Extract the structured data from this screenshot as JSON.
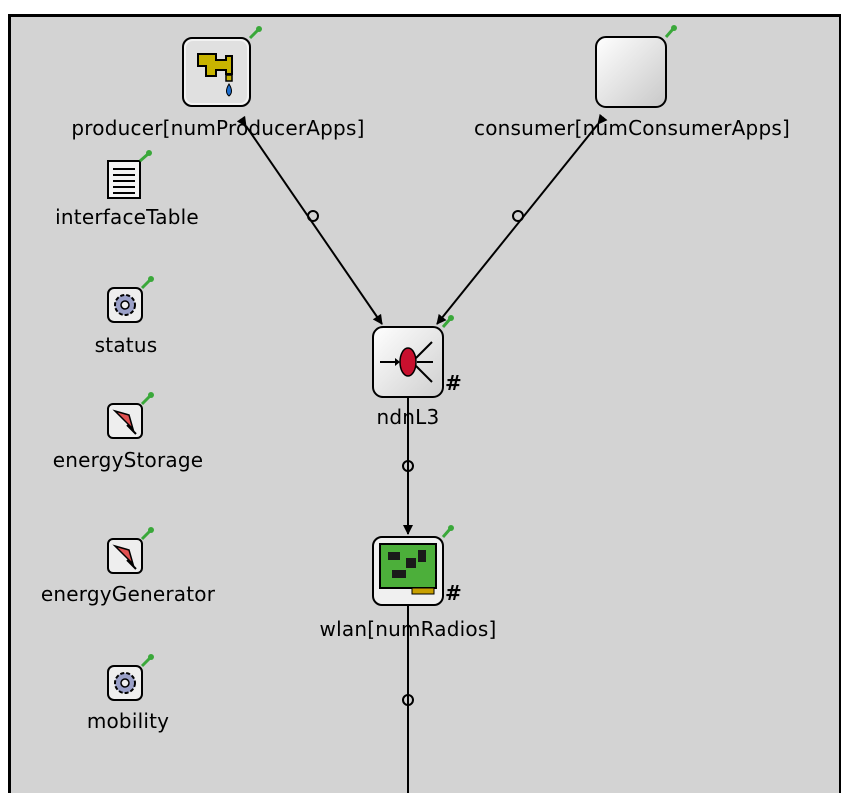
{
  "modules": {
    "producer": {
      "label": "producer[numProducerApps]",
      "icon": "faucet-icon"
    },
    "consumer": {
      "label": "consumer[numConsumerApps]",
      "icon": "blank-square-icon"
    },
    "interface_table": {
      "label": "interfaceTable",
      "icon": "table-doc-icon"
    },
    "status": {
      "label": "status",
      "icon": "gear-icon"
    },
    "energy_storage": {
      "label": "energyStorage",
      "icon": "plug-icon"
    },
    "ndn_l3": {
      "label": "ndnL3",
      "icon": "router-icon",
      "vector_marker": "#"
    },
    "energy_generator": {
      "label": "energyGenerator",
      "icon": "plug-icon"
    },
    "wlan": {
      "label": "wlan[numRadios]",
      "icon": "network-card-icon",
      "vector_marker": "#"
    },
    "mobility": {
      "label": "mobility",
      "icon": "gear-icon"
    }
  },
  "colors": {
    "canvas_bg": "#d3d3d3",
    "frame": "#000000",
    "pin": "#3aa83a",
    "faucet": "#c8b400",
    "router_red": "#c8102e",
    "card_green": "#4caf3a",
    "gear": "#9aa0c8",
    "plug": "#e05050"
  }
}
